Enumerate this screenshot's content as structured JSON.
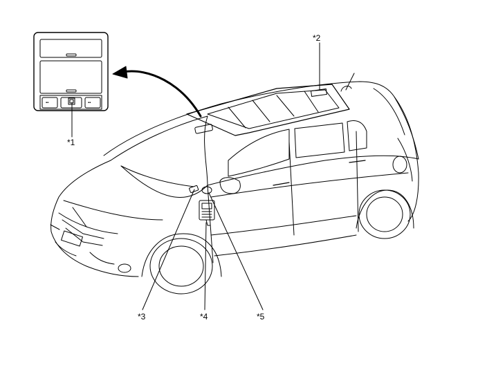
{
  "callouts": {
    "c1": "*1",
    "c2": "*2",
    "c3": "*3",
    "c4": "*4",
    "c5": "*5"
  },
  "colors": {
    "line": "#000000",
    "background": "#ffffff"
  },
  "icons": [
    "overhead-console-inset",
    "vehicle-outline",
    "sunroof-panel",
    "curved-arrow"
  ]
}
